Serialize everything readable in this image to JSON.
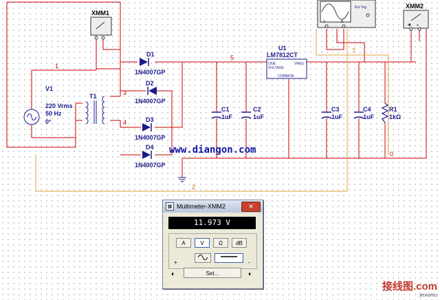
{
  "instruments": {
    "xmm1": "XMM1",
    "xmm2": "XMM2",
    "scope_ext_trig": "Ext Trig",
    "scope_a": "A",
    "scope_b": "B",
    "mm_plus": "+",
    "mm_minus": "-"
  },
  "source": {
    "name": "V1",
    "voltage": "220 Vrms",
    "freq": "50 Hz",
    "phase": "0°"
  },
  "transformer": "T1",
  "diodes": [
    {
      "ref": "D1",
      "part": "1N4007GP"
    },
    {
      "ref": "D2",
      "part": "1N4007GP"
    },
    {
      "ref": "D3",
      "part": "1N4007GP"
    },
    {
      "ref": "D4",
      "part": "1N4007GP"
    }
  ],
  "capacitors": [
    {
      "ref": "C1",
      "value": "1uF"
    },
    {
      "ref": "C2",
      "value": "1uF"
    },
    {
      "ref": "C3",
      "value": "1uF"
    },
    {
      "ref": "C4",
      "value": "1uF"
    }
  ],
  "regulator": {
    "ref": "U1",
    "part": "LM7812CT",
    "pin_line": "LINE",
    "pin_voltage": "VOLTAGE",
    "pin_vreg": "VREG",
    "pin_common": "COMMON"
  },
  "resistor": {
    "ref": "R1",
    "value": "1kΩ"
  },
  "nets": {
    "n1": "1",
    "n2": "2",
    "n3": "3",
    "n4": "4",
    "n5": "5",
    "n7": "7",
    "n0": "0"
  },
  "watermark": "www.diangon.com",
  "multimeter": {
    "title": "Multimeter-XMM2",
    "close": "✕",
    "reading": "11.973 V",
    "mode_buttons": [
      "A",
      "V",
      "Ω",
      "dB"
    ],
    "selected_mode": "V",
    "set_label": "Set...",
    "term_plus": "+",
    "term_minus": "-"
  },
  "brand": {
    "line1": "接线图.com",
    "line2": "jiexiantu"
  },
  "colors": {
    "wire": "#cc0000",
    "scope_wire": "#e0a040",
    "component": "#1a1a8c"
  }
}
